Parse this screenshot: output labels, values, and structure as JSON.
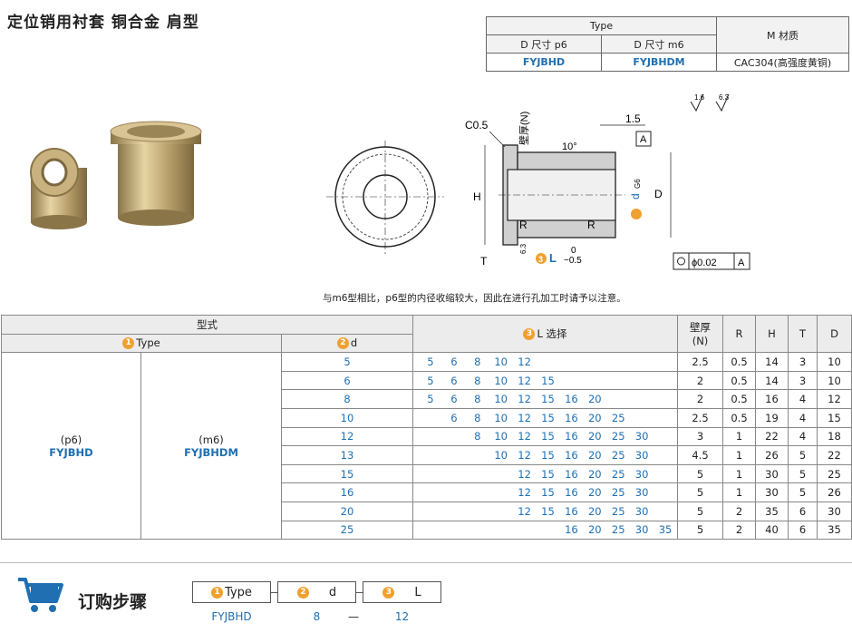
{
  "title": "定位销用衬套 铜合金 肩型",
  "type_table": {
    "header_type": "Type",
    "header_material": "M 材质",
    "col1": "D 尺寸 p6",
    "col2": "D 尺寸 m6",
    "val1": "FYJBHD",
    "val2": "FYJBHDM",
    "material": "CAC304(高强度黄铜)"
  },
  "drawing": {
    "chamfer": "C0.5",
    "wall": "壁厚(N)",
    "offset": "1.5",
    "angle": "10°",
    "datum": "A",
    "dim_d": "d",
    "dim_d_tol": "G6",
    "dim_H": "H",
    "dim_D": "D",
    "dim_T": "T",
    "r1": "R",
    "r2": "R",
    "dim_L": "L",
    "L_tol_upper": "0",
    "L_tol_lower": "−0.5",
    "rough1": "1.6",
    "rough2": "6.3",
    "rough3": "6.3",
    "tolerance": "ϕ0.02",
    "tol_datum": "A",
    "num1": "2",
    "num3": "3"
  },
  "note": "与m6型相比，p6型的内径收缩较大，因此在进行孔加工时请予以注意。",
  "table": {
    "h_model": "型式",
    "h_type": "Type",
    "h_d": "d",
    "h_L": "L 选择",
    "h_wall1": "壁厚",
    "h_wall2": "(N)",
    "h_R": "R",
    "h_H": "H",
    "h_T": "T",
    "h_D": "D",
    "n1": "1",
    "n2": "2",
    "n3": "3",
    "p6": "(p6)",
    "p6_code": "FYJBHD",
    "m6": "(m6)",
    "m6_code": "FYJBHDM",
    "rows": [
      {
        "d": "5",
        "L": [
          "5",
          "6",
          "8",
          "10",
          "12",
          "",
          "",
          "",
          "",
          "",
          ""
        ],
        "N": "2.5",
        "R": "0.5",
        "H": "14",
        "T": "3",
        "D": "10"
      },
      {
        "d": "6",
        "L": [
          "5",
          "6",
          "8",
          "10",
          "12",
          "15",
          "",
          "",
          "",
          "",
          ""
        ],
        "N": "2",
        "R": "0.5",
        "H": "14",
        "T": "3",
        "D": "10"
      },
      {
        "d": "8",
        "L": [
          "5",
          "6",
          "8",
          "10",
          "12",
          "15",
          "16",
          "20",
          "",
          "",
          ""
        ],
        "N": "2",
        "R": "0.5",
        "H": "16",
        "T": "4",
        "D": "12"
      },
      {
        "d": "10",
        "L": [
          "",
          "6",
          "8",
          "10",
          "12",
          "15",
          "16",
          "20",
          "25",
          "",
          ""
        ],
        "N": "2.5",
        "R": "0.5",
        "H": "19",
        "T": "4",
        "D": "15"
      },
      {
        "d": "12",
        "L": [
          "",
          "",
          "8",
          "10",
          "12",
          "15",
          "16",
          "20",
          "25",
          "30",
          ""
        ],
        "N": "3",
        "R": "1",
        "H": "22",
        "T": "4",
        "D": "18"
      },
      {
        "d": "13",
        "L": [
          "",
          "",
          "",
          "10",
          "12",
          "15",
          "16",
          "20",
          "25",
          "30",
          ""
        ],
        "N": "4.5",
        "R": "1",
        "H": "26",
        "T": "5",
        "D": "22"
      },
      {
        "d": "15",
        "L": [
          "",
          "",
          "",
          "",
          "12",
          "15",
          "16",
          "20",
          "25",
          "30",
          ""
        ],
        "N": "5",
        "R": "1",
        "H": "30",
        "T": "5",
        "D": "25"
      },
      {
        "d": "16",
        "L": [
          "",
          "",
          "",
          "",
          "12",
          "15",
          "16",
          "20",
          "25",
          "30",
          ""
        ],
        "N": "5",
        "R": "1",
        "H": "30",
        "T": "5",
        "D": "26"
      },
      {
        "d": "20",
        "L": [
          "",
          "",
          "",
          "",
          "12",
          "15",
          "16",
          "20",
          "25",
          "30",
          ""
        ],
        "N": "5",
        "R": "2",
        "H": "35",
        "T": "6",
        "D": "30"
      },
      {
        "d": "25",
        "L": [
          "",
          "",
          "",
          "",
          "",
          "",
          "16",
          "20",
          "25",
          "30",
          "35"
        ],
        "N": "5",
        "R": "2",
        "H": "40",
        "T": "6",
        "D": "35"
      }
    ]
  },
  "order": {
    "title": "订购步骤",
    "box1": "Type",
    "box2": "d",
    "box3": "L",
    "val1": "FYJBHD",
    "val2": "8",
    "sep": "—",
    "val3": "12",
    "n1": "1",
    "n2": "2",
    "n3": "3"
  }
}
